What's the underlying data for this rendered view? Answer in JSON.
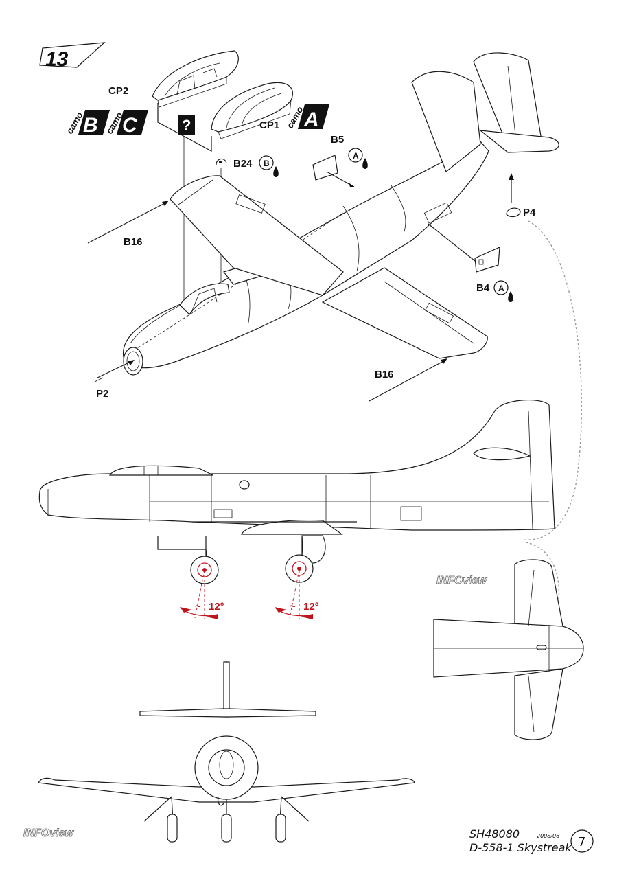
{
  "step": {
    "number": "13"
  },
  "parts": {
    "cp2": "CP2",
    "cp1": "CP1",
    "b24": "B24",
    "b5": "B5",
    "b4": "B4",
    "b16_upper": "B16",
    "b16_lower": "B16",
    "p2": "P2",
    "p4": "P4"
  },
  "camo_badges": {
    "word": "camo",
    "b": "B",
    "c": "C",
    "a": "A"
  },
  "paint_refs": {
    "b24": "B",
    "b5": "A",
    "b4": "A"
  },
  "query_mark": "?",
  "angles": {
    "left": "12°",
    "right": "12°",
    "approx": "~"
  },
  "brand": {
    "view_label_1": "INFOview",
    "view_label_2": "INFOview"
  },
  "footer": {
    "code": "SH48080",
    "date": "2008/06",
    "model": "D-558-1 Skystreak",
    "page": "7"
  },
  "colors": {
    "accent_red": "#c0141c",
    "line": "#1a1a1a",
    "info_outline": "#777777"
  }
}
